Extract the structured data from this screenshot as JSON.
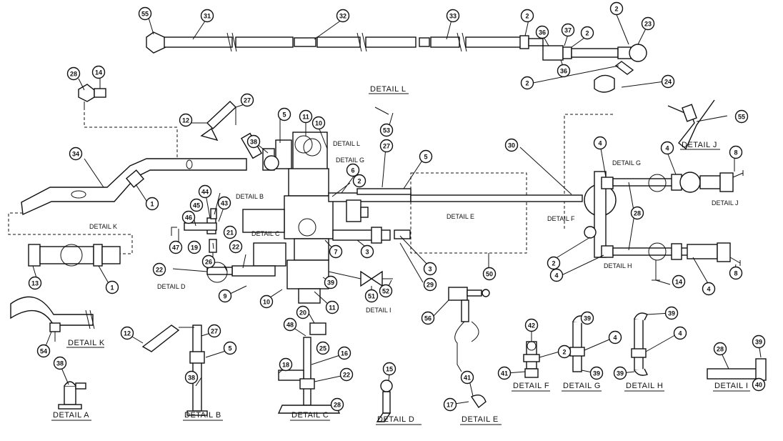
{
  "callouts": {
    "c55": "55",
    "c31": "31",
    "c32": "32",
    "c33": "33",
    "c2_top1": "2",
    "c2_top2": "2",
    "c23": "23",
    "c36a": "36",
    "c37": "37",
    "c2_top3": "2",
    "c36b": "36",
    "c2_top4": "2",
    "c24": "24",
    "c28_left": "28",
    "c14_left": "14",
    "c12_main": "12",
    "c27_main": "27",
    "c5_main": "5",
    "c11_main": "11",
    "c10_main": "10",
    "c38_main": "38",
    "c6_main": "6",
    "c2_main": "2",
    "c27_right": "27",
    "c5_right": "5",
    "c34": "34",
    "c1_top": "1",
    "c44": "44",
    "c45": "45",
    "c43": "43",
    "c46": "46",
    "c21": "21",
    "c47": "47",
    "c19": "19",
    "c22a": "22",
    "c26": "26",
    "c22b": "22",
    "c13": "13",
    "c1_bot": "1",
    "c9": "9",
    "c10_low": "10",
    "c11_low": "11",
    "c39_main": "39",
    "c7": "7",
    "c3a": "3",
    "c51": "51",
    "c52": "52",
    "c29": "29",
    "c3b": "3",
    "c50": "50",
    "c53": "53",
    "c30": "30",
    "c4_a": "4",
    "c4_b": "4",
    "c8_top": "8",
    "c28_right": "28",
    "c2_right": "2",
    "c4_c": "4",
    "c14_right": "14",
    "c4_d": "4",
    "c8_bot": "8",
    "c55_right": "55",
    "c54": "54",
    "c38_a": "38",
    "c12_b": "12",
    "c27_b": "27",
    "c5_b": "5",
    "c38_b": "38",
    "c20": "20",
    "c48": "48",
    "c25": "25",
    "c16": "16",
    "c18": "18",
    "c22_c": "22",
    "c28_c": "28",
    "c15": "15",
    "c56": "56",
    "c41_e": "41",
    "c17": "17",
    "c42": "42",
    "c2_f": "2",
    "c41_f": "41",
    "c39_g": "39",
    "c4_g": "4",
    "c39_g2": "39",
    "c39_h": "39",
    "c4_h": "4",
    "c39_h2": "39",
    "c28_i": "28",
    "c39_i": "39",
    "c40": "40"
  },
  "labels": {
    "detail_k_top": "DETAIL K",
    "detail_l_top": "DETAIL L",
    "detail_l_ref": "DETAIL L",
    "detail_g_ref": "DETAIL G",
    "detail_b_ref": "DETAIL B",
    "detail_c_ref": "DETAIL C",
    "detail_d_ref": "DETAIL D",
    "detail_e_ref": "DETAIL E",
    "detail_f_ref": "DETAIL F",
    "detail_i_ref": "DETAIL I",
    "detail_g_right": "DETAIL G",
    "detail_j_top": "DETAIL J",
    "detail_j_ref": "DETAIL J",
    "detail_h_right": "DETAIL H",
    "detail_k_bottom": "DETAIL K",
    "detail_a": "DETAIL A",
    "detail_b": "DETAIL B",
    "detail_c": "DETAIL C",
    "detail_d": "DETAIL D",
    "detail_e": "DETAIL E",
    "detail_f": "DETAIL F",
    "detail_g": "DETAIL G",
    "detail_h": "DETAIL H",
    "detail_i": "DETAIL I"
  }
}
